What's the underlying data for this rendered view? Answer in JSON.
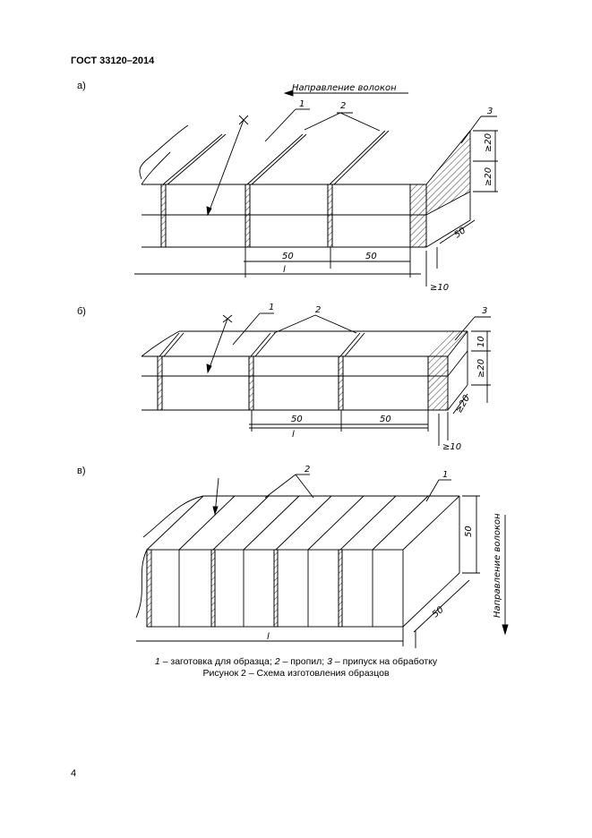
{
  "header": {
    "standard": "ГОСТ 33120–2014"
  },
  "figure": {
    "panels": [
      {
        "label": "а)",
        "grain_direction": "Направление волокон",
        "dim_a": "50",
        "dim_b": "50",
        "dim_l": "l",
        "dim_width": "50",
        "dim_h1": "≥20",
        "dim_h2": "≥20",
        "dim_allow": "≥10",
        "callouts": [
          "1",
          "2",
          "3"
        ]
      },
      {
        "label": "б)",
        "dim_a": "50",
        "dim_b": "50",
        "dim_l": "l",
        "dim_h1": "10",
        "dim_h2": "≥20",
        "dim_depth": "≥20",
        "dim_allow": "≥10",
        "callouts": [
          "1",
          "2",
          "3"
        ]
      },
      {
        "label": "в)",
        "grain_direction": "Направление волокон",
        "dim_height": "50",
        "dim_depth": "50",
        "dim_l": "l",
        "callouts": [
          "1",
          "2"
        ]
      }
    ],
    "legend": {
      "n1": "1",
      "t1": " – заготовка для образца; ",
      "n2": "2",
      "t2": " – пропил; ",
      "n3": "3",
      "t3": " – припуск на обработку"
    },
    "title": "Рисунок 2 – Схема изготовления образцов"
  },
  "page": {
    "number": "4"
  }
}
